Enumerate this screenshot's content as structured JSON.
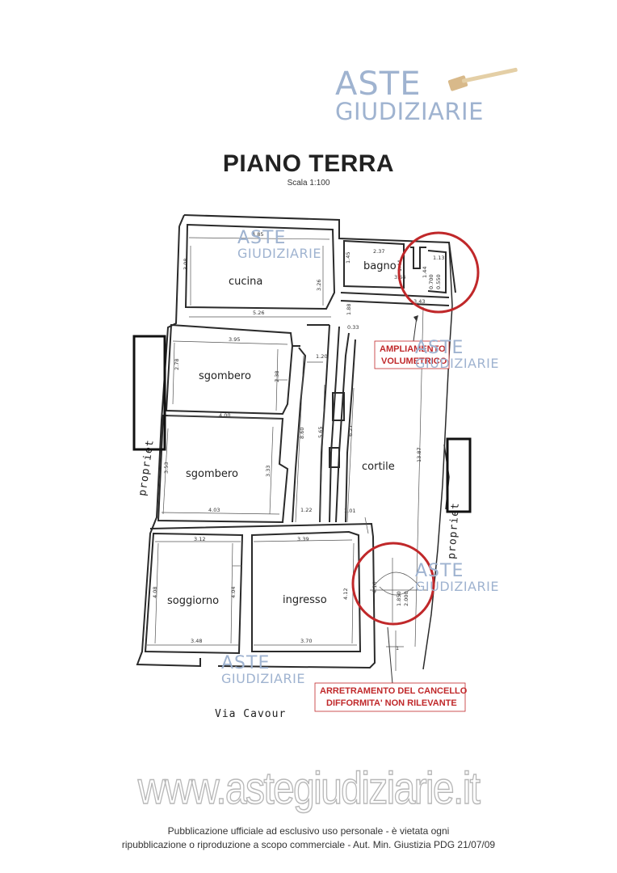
{
  "watermark": {
    "line1": "ASTE",
    "line2": "GIUDIZIARIE"
  },
  "header": {
    "title": "PIANO TERRA",
    "scale": "Scala 1:100"
  },
  "rooms": {
    "cucina": "cucina",
    "bagno": "bagno",
    "sgombero_1": "sgombero",
    "sgombero_2": "sgombero",
    "cortile": "cortile",
    "soggiorno": "soggiorno",
    "ingresso": "ingresso"
  },
  "labels": {
    "street": "Via Cavour",
    "proprieta_left": "propriet",
    "proprieta_right": "propriet",
    "ampliamento_line1": "AMPLIAMENTO",
    "ampliamento_line2": "VOLUMETRICO",
    "arretramento_line1": "ARRETRAMENTO DEL CANCELLO",
    "arretramento_line2": "DIFFORMITA' NON RILEVANTE"
  },
  "dimensions": {
    "d_485": "4.85",
    "d_308": "3.08",
    "d_326a": "3.26",
    "d_526": "5.26",
    "d_237": "2.37",
    "d_145": "1.45",
    "d_144a": "1.44",
    "d_113": "1.13",
    "d_144b": "1.44",
    "d_364": "3.64",
    "d_070": "0.700",
    "d_050": "0.550",
    "d_343": "3.43",
    "d_188": "1.88",
    "d_033": "0.33",
    "d_120": "1.20",
    "d_395": "3.95",
    "d_278": "2.78",
    "d_238": "2.38",
    "d_400": "4.00",
    "d_860": "8.60",
    "d_565": "5.65",
    "d_627": "6.27",
    "d_1387": "13.87",
    "d_353": "3.53",
    "d_333": "3.33",
    "d_403": "4.03",
    "d_122": "1.22",
    "d_101": "1.01",
    "d_312": "3.12",
    "d_339": "3.39",
    "d_408": "4.08",
    "d_404": "4.04",
    "d_412": "4.12",
    "d_416": "4.16",
    "d_1850": "1.850",
    "d_2000": "2.000",
    "d_348": "3.48",
    "d_370": "3.70",
    "d_1": "1"
  },
  "footer": {
    "site": "www.astegiudiziarie.it",
    "line1": "Pubblicazione ufficiale ad esclusivo uso personale - è vietata ogni",
    "line2": "ripubblicazione o riproduzione a scopo commerciale - Aut. Min. Giustizia PDG 21/07/09"
  },
  "colors": {
    "wall": "#2a2a2a",
    "red": "#c0282a",
    "watermark": "#9fb3d0",
    "redaction": "#111111"
  }
}
